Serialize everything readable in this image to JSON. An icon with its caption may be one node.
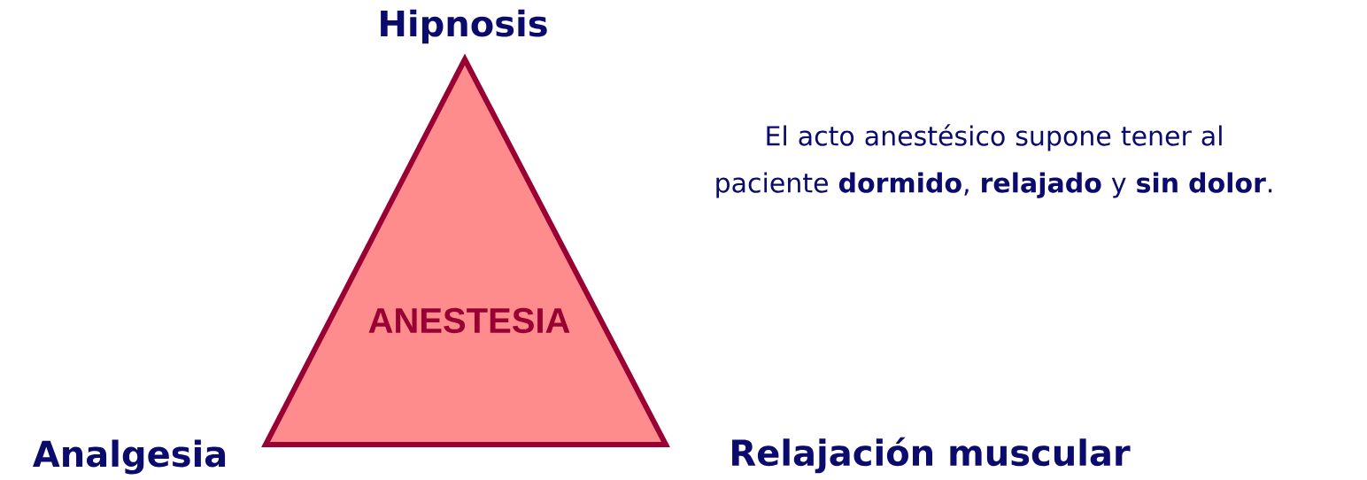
{
  "diagram": {
    "nodes": [
      {
        "text": [
          "ANESTESIA"
        ]
      }
    ],
    "labels": [
      "Hipnosis",
      "El acto anestésico supone tener al paciente **dormido**, **relajado** y **sin dolor**.",
      "Analgesia",
      "Relajación muscular"
    ]
  }
}
